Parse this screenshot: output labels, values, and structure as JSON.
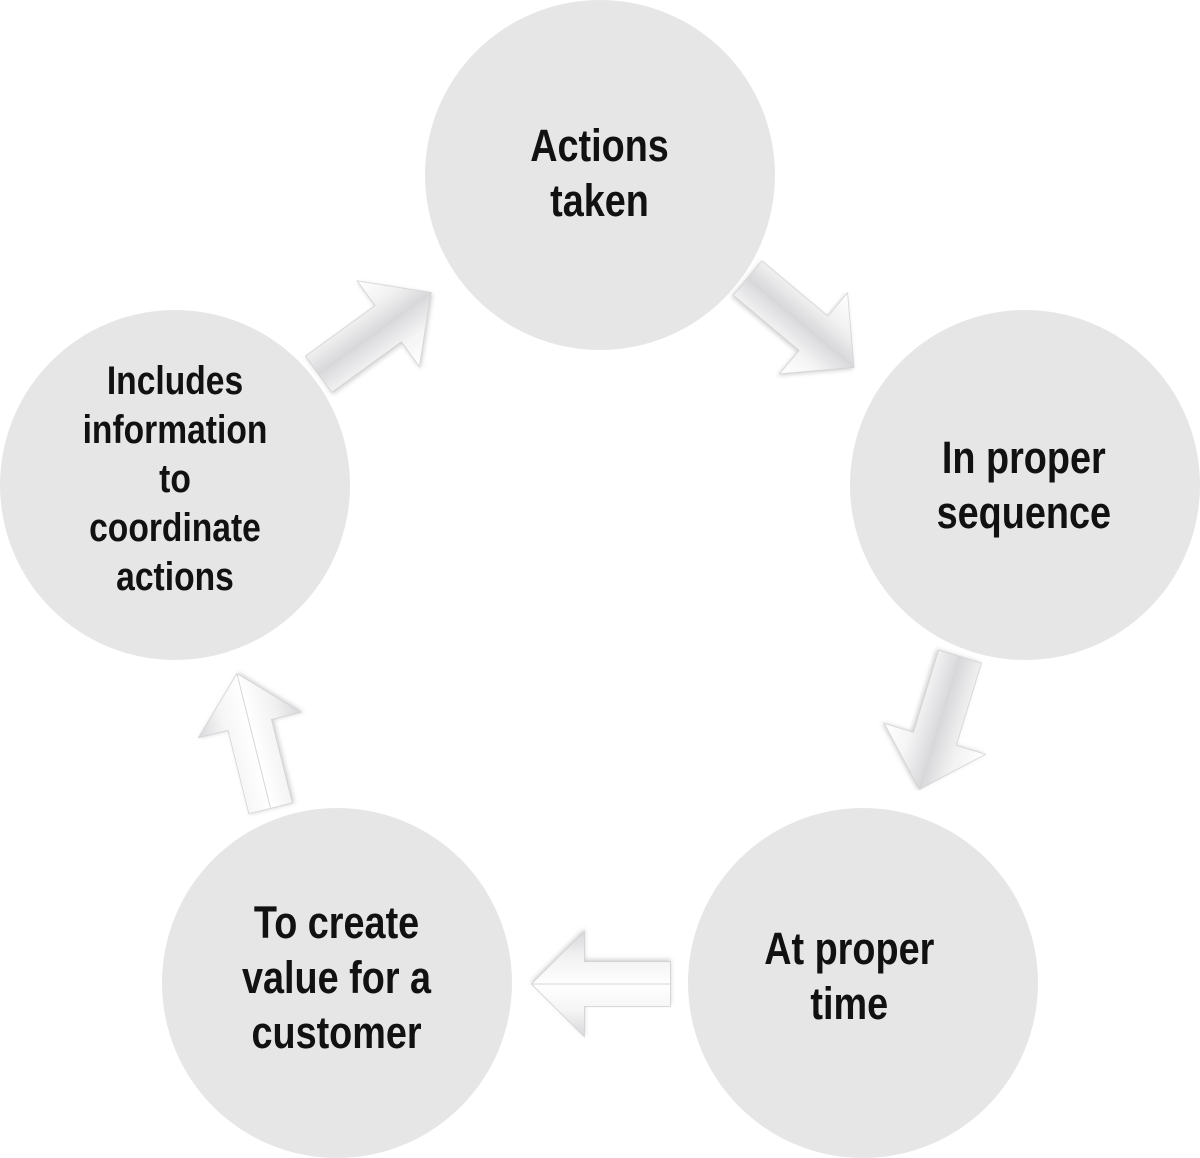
{
  "diagram": {
    "nodes": [
      {
        "id": "actions-taken",
        "label": "Actions\ntaken"
      },
      {
        "id": "proper-sequence",
        "label": "In proper\nsequence"
      },
      {
        "id": "proper-time",
        "label": "At proper\ntime"
      },
      {
        "id": "create-value",
        "label": "To create\nvalue for a\ncustomer"
      },
      {
        "id": "includes-info",
        "label": "Includes\ninformation\nto\ncoordinate\nactions"
      }
    ],
    "arrows": [
      {
        "from": "actions-taken",
        "to": "proper-sequence"
      },
      {
        "from": "proper-sequence",
        "to": "proper-time"
      },
      {
        "from": "proper-time",
        "to": "create-value"
      },
      {
        "from": "create-value",
        "to": "includes-info"
      },
      {
        "from": "includes-info",
        "to": "actions-taken"
      }
    ],
    "colors": {
      "circle_fill": "#e6e6e7",
      "text": "#111111",
      "arrow_light": "#ffffff",
      "arrow_mid": "#ececec",
      "arrow_dark": "#c9c9cb",
      "arrow_edge": "#d2d2d4"
    }
  }
}
